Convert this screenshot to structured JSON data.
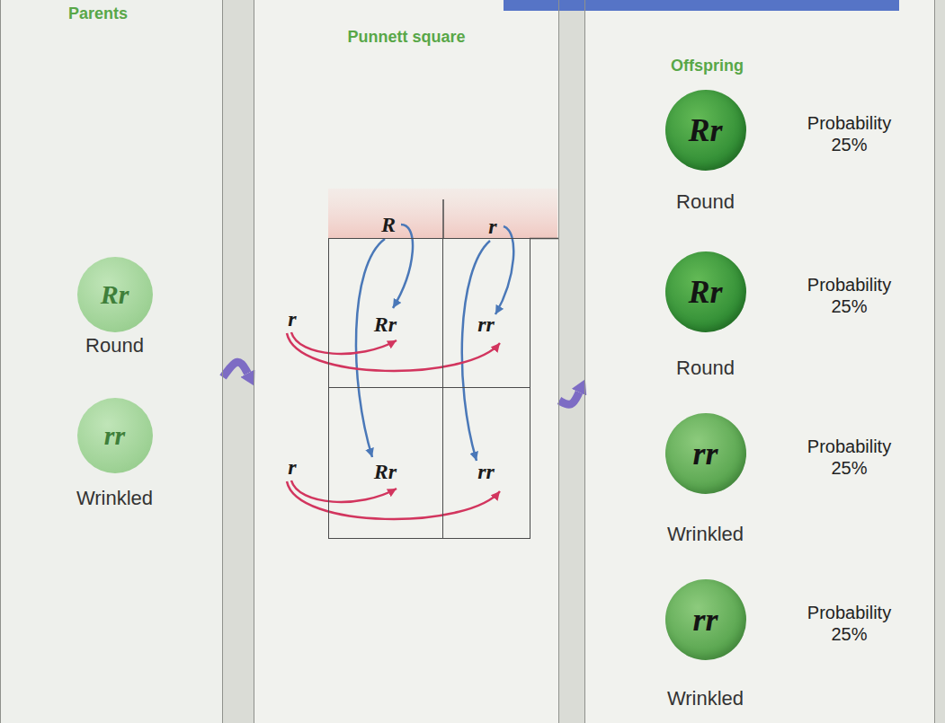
{
  "diagram": {
    "nodes": [
      {
        "text": [
          "Parents"
        ]
      },
      {
        "text": [
          "Rr",
          "Round"
        ],
        "in": 0
      },
      {
        "text": [
          "rr",
          "Wrinkled"
        ],
        "in": 0
      },
      {
        "text": [
          "Punnett square"
        ]
      },
      {
        "text": [
          "Rr"
        ],
        "in": 3
      },
      {
        "text": [
          "rr"
        ],
        "in": 3
      },
      {
        "text": [
          "Rr"
        ],
        "in": 3
      },
      {
        "text": [
          "rr"
        ],
        "in": 3
      },
      {
        "text": [
          "Offspring"
        ]
      },
      {
        "text": [
          "Rr",
          "Probability 25%",
          "Round"
        ],
        "in": 8
      },
      {
        "text": [
          "Rr",
          "Probability 25%",
          "Round"
        ],
        "in": 8
      },
      {
        "text": [
          "rr",
          "Probability 25%",
          "Wrinkled"
        ],
        "in": 8
      },
      {
        "text": [
          "rr",
          "Probability 25%",
          "Wrinkled"
        ],
        "in": 8
      }
    ],
    "edges": [
      {
        "from": 0,
        "to": 3,
        "arrow": "to"
      },
      {
        "from": 3,
        "to": 8,
        "arrow": "to"
      }
    ],
    "labels": [
      "R",
      "r",
      "r",
      "r"
    ]
  }
}
